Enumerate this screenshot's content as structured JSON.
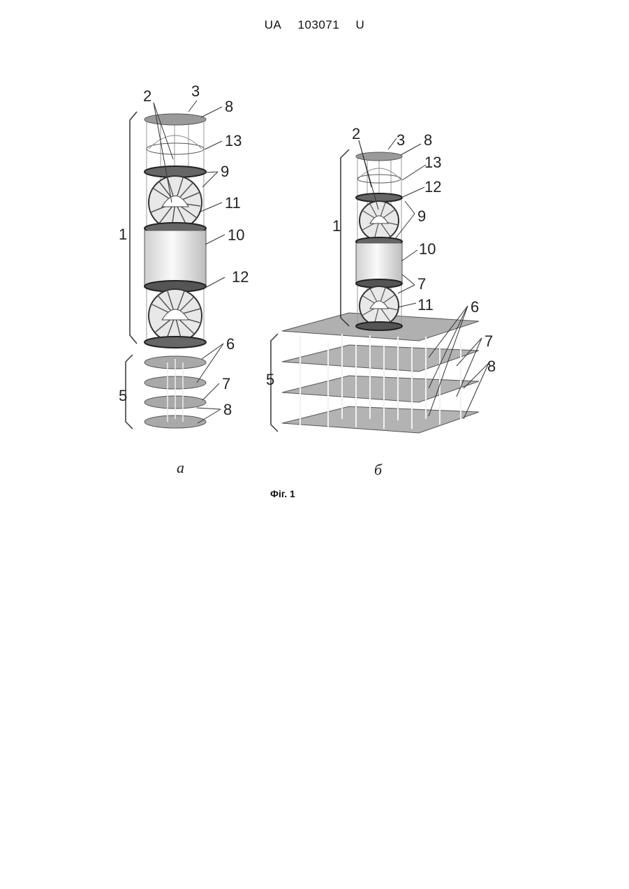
{
  "header": {
    "country": "UA",
    "number": "103071",
    "kind": "U"
  },
  "figure": {
    "caption": "Фіг. 1",
    "sub_a": "а",
    "sub_b": "б",
    "labels_a": {
      "l1": "1",
      "l2": "2",
      "l3": "3",
      "l5": "5",
      "l6": "6",
      "l7": "7",
      "l8a": "8",
      "l8b": "8",
      "l9": "9",
      "l10": "10",
      "l11": "11",
      "l12": "12",
      "l13": "13"
    },
    "labels_b": {
      "l1": "1",
      "l2": "2",
      "l3": "3",
      "l5": "5",
      "l6": "6",
      "l7a": "7",
      "l7b": "7",
      "l8a": "8",
      "l8b": "8",
      "l9": "9",
      "l10": "10",
      "l11": "11",
      "l12": "12",
      "l13": "13"
    }
  }
}
